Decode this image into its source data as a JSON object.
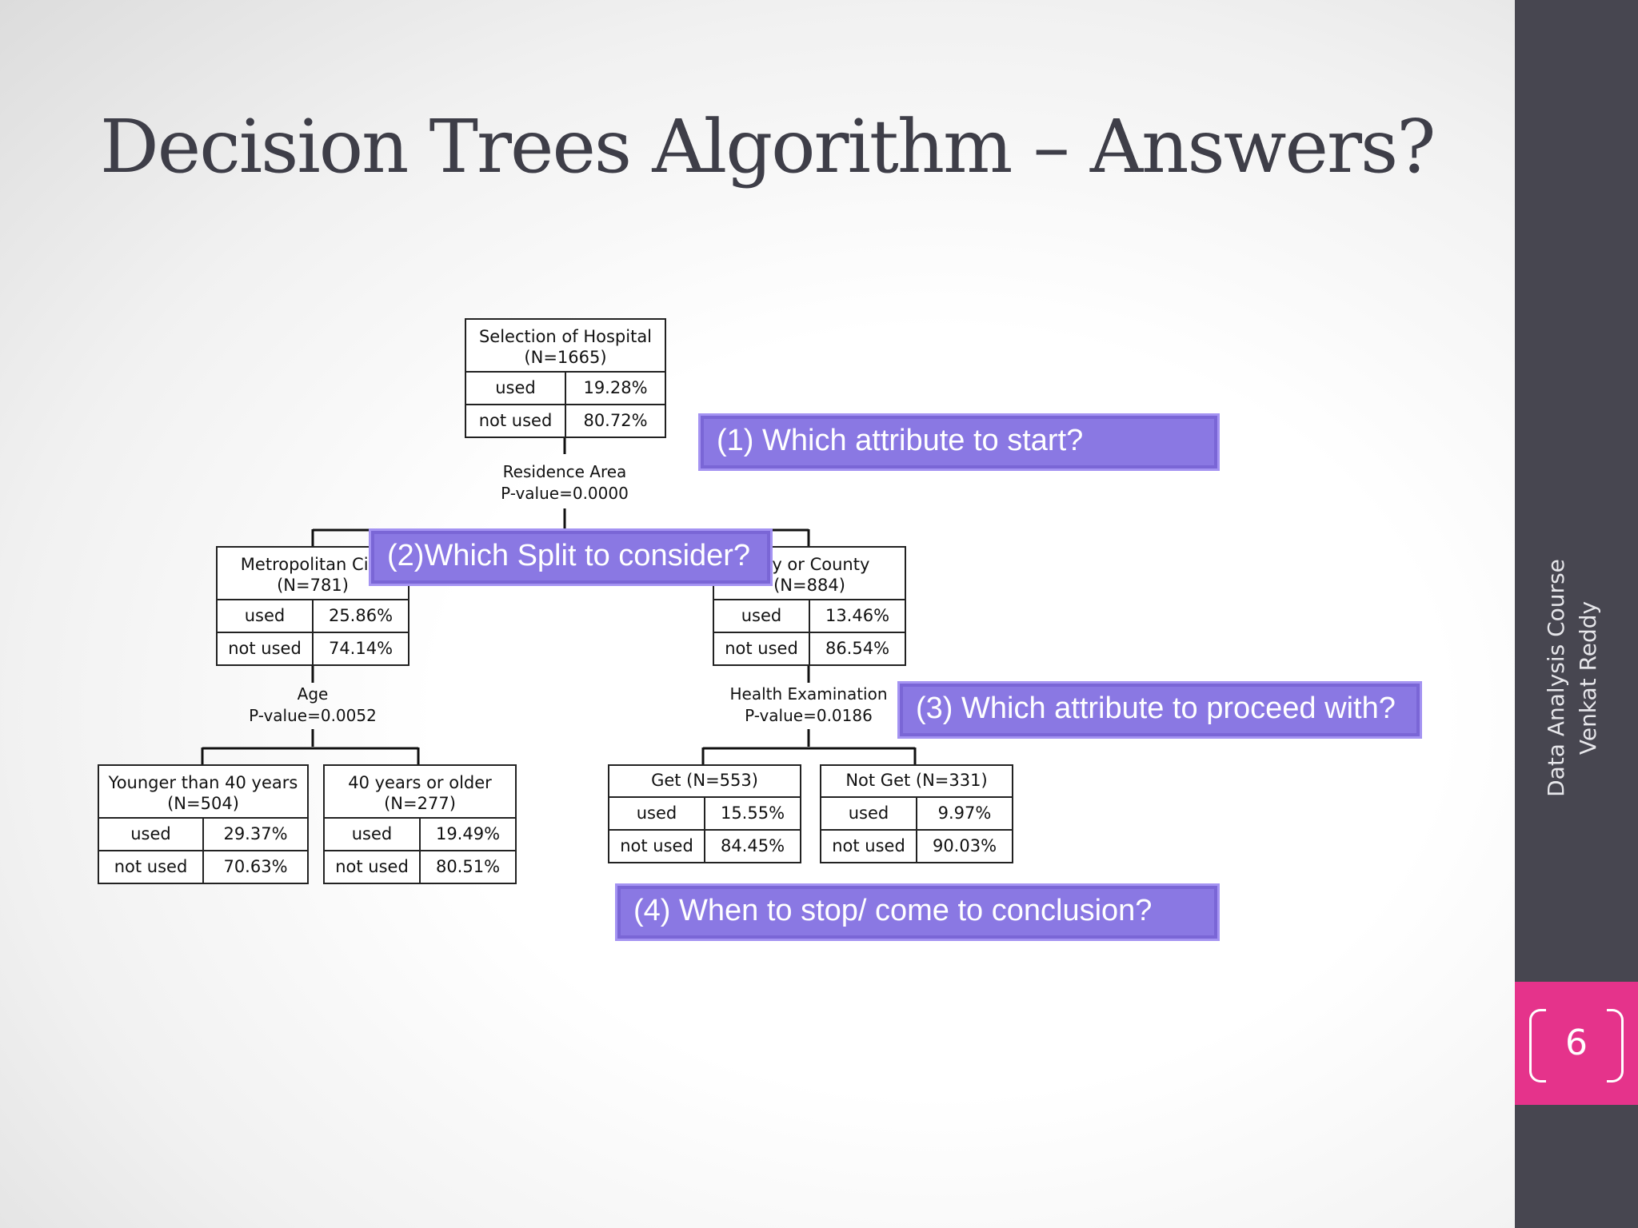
{
  "slide_title": "Decision Trees Algorithm – Answers?",
  "sidebar": {
    "course": "Data Analysis Course",
    "author": "Venkat Reddy",
    "page_number": "6",
    "accent_color": "#e5338b",
    "panel_color": "#474650"
  },
  "tree": {
    "root": {
      "title": "Selection of Hospital",
      "count": "(N=1665)",
      "rows": [
        [
          "used",
          "19.28%"
        ],
        [
          "not used",
          "80.72%"
        ]
      ]
    },
    "split_root": {
      "name": "Residence Area",
      "pvalue": "P-value=0.0000"
    },
    "metro": {
      "title": "Metropolitan City",
      "count": "(N=781)",
      "rows": [
        [
          "used",
          "25.86%"
        ],
        [
          "not used",
          "74.14%"
        ]
      ]
    },
    "county": {
      "title": "City or County",
      "count": "(N=884)",
      "rows": [
        [
          "used",
          "13.46%"
        ],
        [
          "not used",
          "86.54%"
        ]
      ]
    },
    "split_metro": {
      "name": "Age",
      "pvalue": "P-value=0.0052"
    },
    "split_county": {
      "name": "Health Examination",
      "pvalue": "P-value=0.0186"
    },
    "young": {
      "title": "Younger than 40 years",
      "count": "(N=504)",
      "rows": [
        [
          "used",
          "29.37%"
        ],
        [
          "not used",
          "70.63%"
        ]
      ]
    },
    "old": {
      "title": "40 years or older",
      "count": "(N=277)",
      "rows": [
        [
          "used",
          "19.49%"
        ],
        [
          "not used",
          "80.51%"
        ]
      ]
    },
    "get": {
      "title": "Get (N=553)",
      "rows": [
        [
          "used",
          "15.55%"
        ],
        [
          "not used",
          "84.45%"
        ]
      ]
    },
    "notget": {
      "title": "Not Get (N=331)",
      "rows": [
        [
          "used",
          "9.97%"
        ],
        [
          "not used",
          "90.03%"
        ]
      ]
    }
  },
  "callouts": {
    "q1": "(1) Which attribute to start?",
    "q2": "(2)Which Split to consider?",
    "q3": "(3) Which attribute to proceed with?",
    "q4": "(4) When to stop/ come to conclusion?"
  }
}
